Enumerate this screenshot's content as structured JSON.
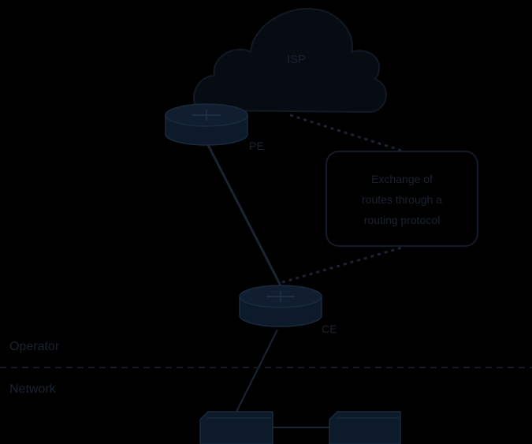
{
  "cloud": {
    "label": "ISP"
  },
  "routers": {
    "pe": {
      "label": "PE"
    },
    "ce": {
      "label": "CE"
    }
  },
  "callout": {
    "lines": [
      "Exchange of",
      "routes through a",
      "routing protocol"
    ]
  },
  "zones": {
    "upper": "Operator",
    "lower": "Network"
  },
  "colors": {
    "background": "#000000",
    "device_fill": "#0c1a2a",
    "device_stroke": "#1a2a3e",
    "lines": "#1c2434",
    "text": "#1a2230"
  }
}
